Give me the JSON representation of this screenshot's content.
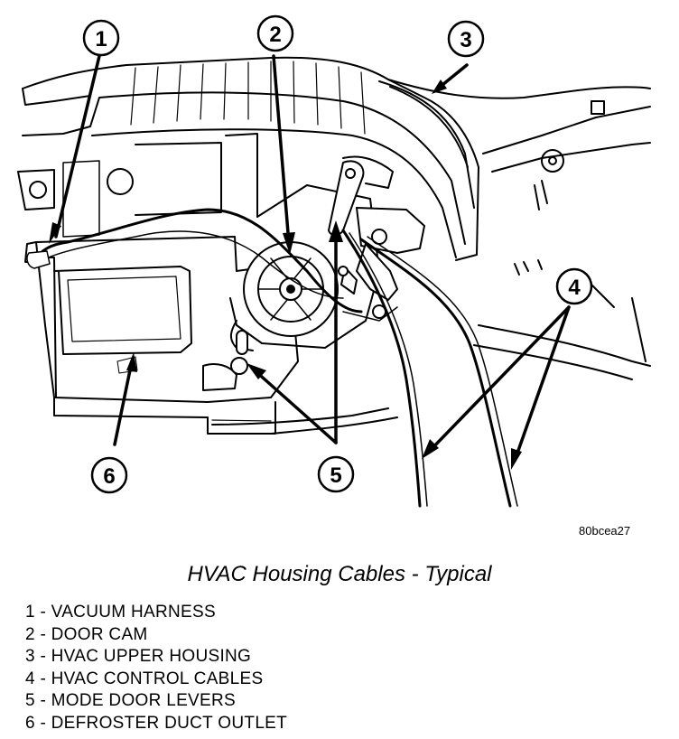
{
  "callouts": [
    {
      "number": "1",
      "target": "vacuum-harness"
    },
    {
      "number": "2",
      "target": "door-cam"
    },
    {
      "number": "3",
      "target": "hvac-upper-housing"
    },
    {
      "number": "4",
      "target": "hvac-control-cables"
    },
    {
      "number": "5",
      "target": "mode-door-levers"
    },
    {
      "number": "6",
      "target": "defroster-duct-outlet"
    }
  ],
  "reference_code": "80bcea27",
  "caption": "HVAC Housing Cables - Typical",
  "legend": [
    "1 - VACUUM HARNESS",
    "2 - DOOR CAM",
    "3 - HVAC UPPER HOUSING",
    "4 - HVAC CONTROL CABLES",
    "5 - MODE DOOR LEVERS",
    "6 - DEFROSTER DUCT OUTLET"
  ],
  "colors": {
    "ink": "#000000",
    "paper": "#ffffff",
    "shade": "#e6e6e6"
  }
}
